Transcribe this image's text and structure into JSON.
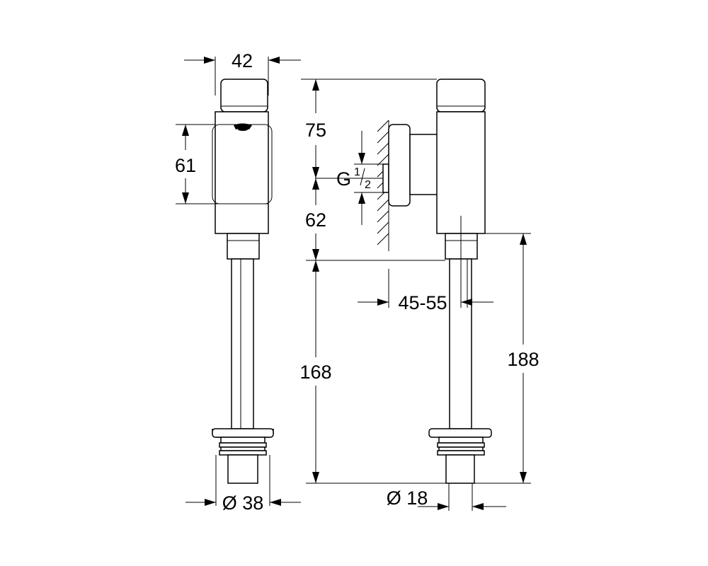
{
  "drawing": {
    "dimensions": {
      "width_top": "42",
      "height_body": "61",
      "height_top": "75",
      "height_mid": "62",
      "thread_label": "G",
      "thread_num": "1",
      "thread_den": "2",
      "projection": "45-55",
      "length_left": "168",
      "length_right": "188",
      "dia_left": "Ø 38",
      "dia_right": "Ø 18"
    }
  }
}
